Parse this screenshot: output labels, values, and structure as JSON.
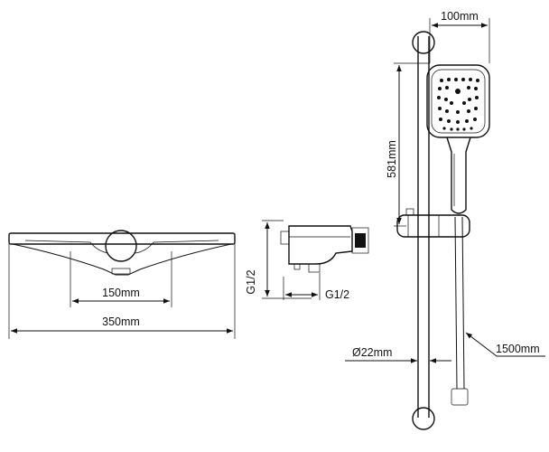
{
  "dimensions": {
    "head_width": "100mm",
    "rail_length": "581mm",
    "bracket_spacing": "150mm",
    "overall_width": "350mm",
    "thread_inlet_vertical": "G1/2",
    "thread_inlet_horizontal": "G1/2",
    "rail_diameter": "Ø22mm",
    "hose_length": "1500mm"
  },
  "colors": {
    "line": "#111111",
    "background": "#ffffff"
  }
}
